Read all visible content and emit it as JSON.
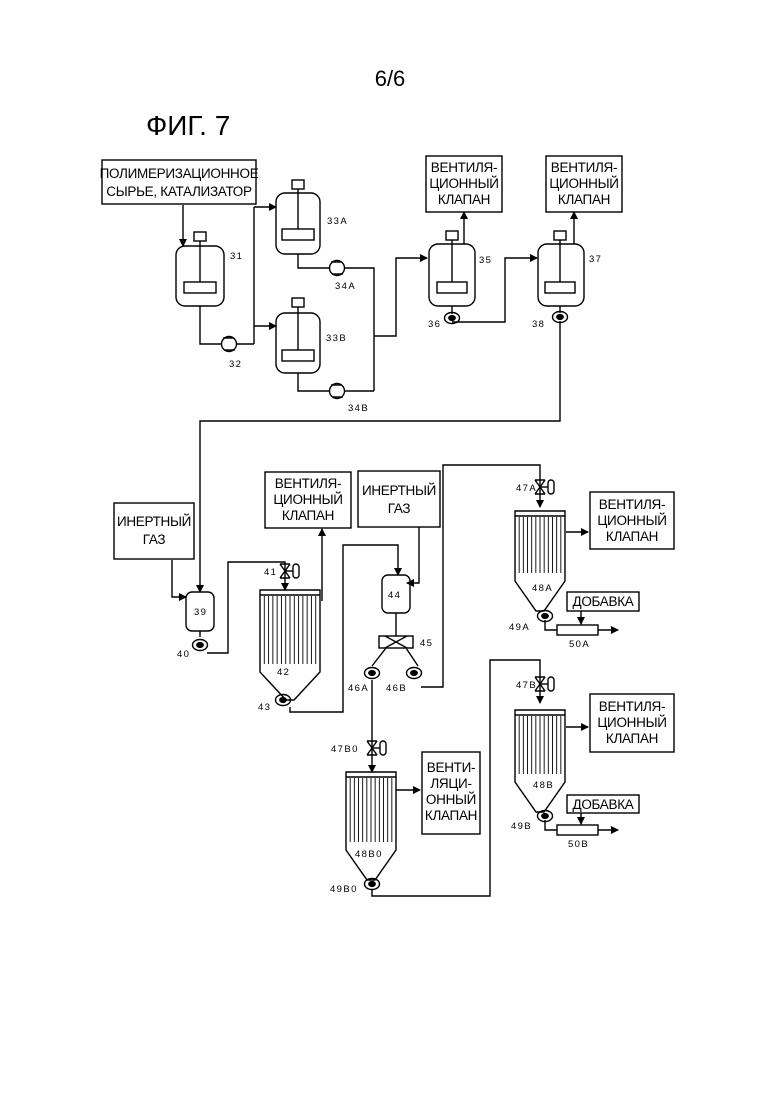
{
  "page_number": "6/6",
  "figure_label": "ФИГ. 7",
  "boxes": {
    "feed": [
      "ПОЛИМЕРИЗАЦИОННОЕ",
      "СЫРЬЕ, КАТАЛИЗАТОР"
    ],
    "vent_35": [
      "ВЕНТИЛЯ-",
      "ЦИОННЫЙ",
      "КЛАПАН"
    ],
    "vent_37": [
      "ВЕНТИЛЯ-",
      "ЦИОННЫЙ",
      "КЛАПАН"
    ],
    "inert_39": [
      "ИНЕРТНЫЙ",
      "ГАЗ"
    ],
    "vent_42": [
      "ВЕНТИЛЯ-",
      "ЦИОННЫЙ",
      "КЛАПАН"
    ],
    "inert_44": [
      "ИНЕРТНЫЙ",
      "ГАЗ"
    ],
    "vent_48a": [
      "ВЕНТИЛЯ-",
      "ЦИОННЫЙ",
      "КЛАПАН"
    ],
    "additive_a": [
      "ДОБАВКА"
    ],
    "vent_48b0": [
      "ВЕНТИ-",
      "ЛЯЦИ-",
      "ОННЫЙ",
      "КЛАПАН"
    ],
    "vent_48b": [
      "ВЕНТИЛЯ-",
      "ЦИОННЫЙ",
      "КЛАПАН"
    ],
    "additive_b": [
      "ДОБАВКА"
    ]
  },
  "numbers": {
    "n31": "31",
    "n32": "32",
    "n33a": "33A",
    "n33b": "33B",
    "n34a": "34A",
    "n34b": "34B",
    "n35": "35",
    "n36": "36",
    "n37": "37",
    "n38": "38",
    "n39": "39",
    "n40": "40",
    "n41": "41",
    "n42": "42",
    "n43": "43",
    "n44": "44",
    "n45": "45",
    "n46a": "46A",
    "n46b": "46B",
    "n47a": "47A",
    "n48a": "48A",
    "n49a": "49A",
    "n50a": "50A",
    "n47b": "47B",
    "n48b": "48B",
    "n49b": "49B",
    "n50b": "50B",
    "n47b0": "47B0",
    "n48b0": "48B0",
    "n49b0": "49B0"
  }
}
